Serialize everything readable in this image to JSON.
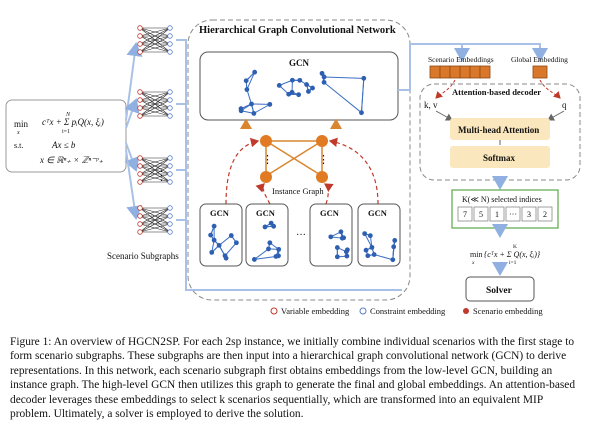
{
  "figure": {
    "problem": {
      "min_label": "min",
      "min_sub": "x",
      "objective": "cᵀx + Σ pᵢQ(x, ξᵢ)",
      "sum_top": "N",
      "sum_bottom": "i=1",
      "st_label": "s.t.",
      "constraint1": "Ax ≤ b",
      "constraint2": "x ∈ ℝⁿ₊ × ℤⁿ⁻ᵖ₊"
    },
    "scenario_subgraphs_label": "Scenario Subgraphs",
    "hgcn_title": "Hierarchical Graph Convolutional Network",
    "gcn_label": "GCN",
    "instance_graph_label": "Instance Graph",
    "dots": "⋮",
    "hdots": "···",
    "scenario_embeddings_label": "Scenario Embeddings",
    "global_embedding_label": "Global Embedding",
    "decoder_title": "Attention-based decoder",
    "kv_label": "k, v",
    "q_label": "q",
    "mha_label": "Multi-head Attention",
    "softmax_label": "Softmax",
    "selected_label": "K(≪ N) selected indices",
    "indices": [
      "7",
      "5",
      "1",
      "···",
      "3",
      "2"
    ],
    "reduced_problem": "min",
    "reduced_sub": "x",
    "reduced_expr": "{cᵀx + Σ Q(x, ξᵢ)}",
    "reduced_sum_top": "K",
    "reduced_sum_bottom": "i=1",
    "solver_label": "Solver",
    "legend": {
      "variable": "Variable embedding",
      "constraint": "Constraint embedding",
      "scenario": "Scenario embedding"
    },
    "colors": {
      "gcn_node": "#2e5fb0",
      "gcn_edge": "#3a6fc4",
      "arrow_blue": "#a9c1e6",
      "instance_node": "#e07b23",
      "instance_edge": "#d9862f",
      "dashed_red": "#c0392b",
      "decoder_bg": "#fbe7bd",
      "embed_orange": "#d9782a",
      "selected_border": "#5aa84a",
      "legend_variable": "#c0392b",
      "legend_constraint": "#5b7fc4",
      "legend_scenario": "#c0392b"
    }
  },
  "caption": {
    "lines": [
      "Figure 1: An overview of HGCN2SP. For each 2sp instance, we initially combine individual scenarios with the first stage to",
      "form scenario subgraphs. These subgraphs are then input into a hierarchical graph convolutional network (GCN) to derive",
      "representations. In this network, each scenario subgraph first obtains embeddings from the low-level GCN, building an",
      "instance graph. The high-level GCN then utilizes this graph to generate the final and global embeddings. An attention-based",
      "decoder leverages these embeddings to select k scenarios sequentially, which are transformed into an equivalent MIP",
      "problem. Ultimately, a solver is employed to derive the solution."
    ]
  }
}
